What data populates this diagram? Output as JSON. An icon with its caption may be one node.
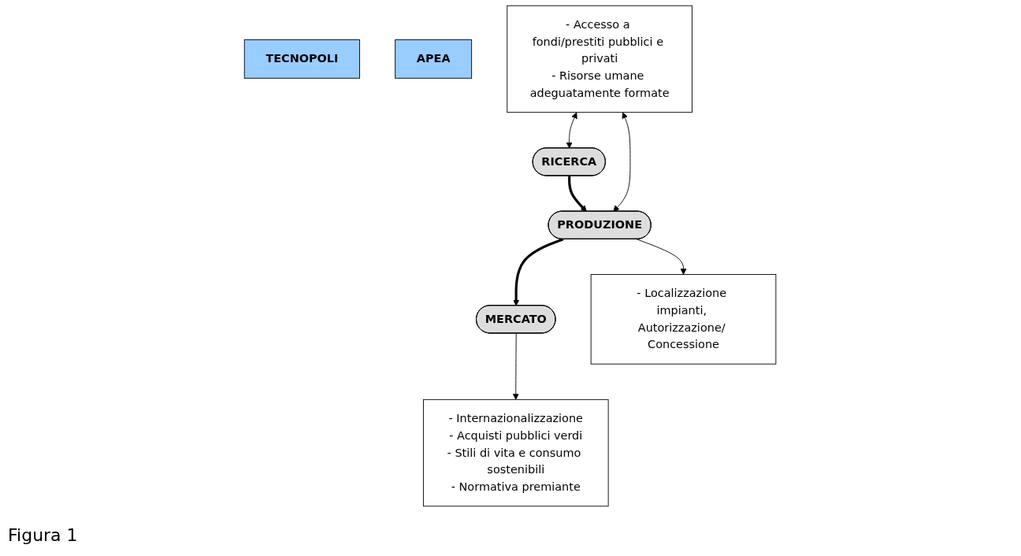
{
  "diagram": {
    "caption": "Figura 1",
    "nodes": [
      {
        "text": [
          "TECNOPOLI"
        ]
      },
      {
        "text": [
          "APEA"
        ]
      },
      {
        "text": [
          "RICERCA"
        ]
      },
      {
        "text": [
          "PRODUZIONE"
        ]
      },
      {
        "text": [
          "MERCATO"
        ]
      },
      {
        "text": [
          "- Accesso a fondi/prestiti pubblici e privati",
          "- Risorse umane adeguatamente formate"
        ]
      },
      {
        "text": [
          "- Localizzazione impianti, Autorizzazione/ Concessione"
        ]
      },
      {
        "text": [
          "- Internazionalizzazione",
          "- Acquisti pubblici verdi",
          "- Stili di vita e consumo sostenibili",
          "- Normativa premiante"
        ]
      }
    ],
    "edges": [
      {
        "from": 2,
        "to": 3,
        "arrow": "to",
        "style": "thick"
      },
      {
        "from": 3,
        "to": 4,
        "arrow": "to",
        "style": "thick"
      },
      {
        "from": 5,
        "to": 2,
        "arrow": "both"
      },
      {
        "from": 5,
        "to": 3,
        "arrow": "both"
      },
      {
        "from": 3,
        "to": 6,
        "arrow": "to"
      },
      {
        "from": 4,
        "to": 7,
        "arrow": "to"
      }
    ]
  }
}
